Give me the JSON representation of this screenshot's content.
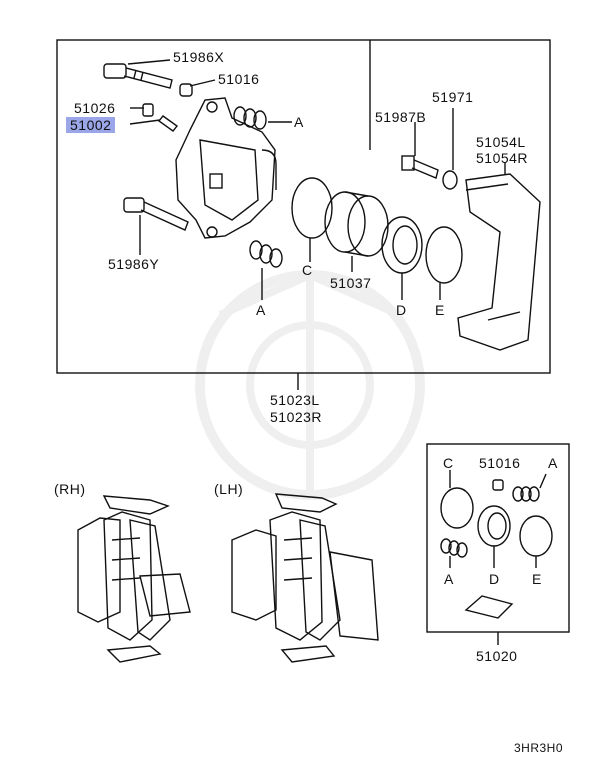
{
  "labels": {
    "p51986X": "51986X",
    "p51016": "51016",
    "p51026": "51026",
    "p51002": "51002",
    "p51971": "51971",
    "p51987B": "51987B",
    "p51054L": "51054L",
    "p51054R": "51054R",
    "p51986Y": "51986Y",
    "p51037": "51037",
    "refA1": "A",
    "refA2": "A",
    "refC": "C",
    "refD": "D",
    "refE": "E",
    "p51023L": "51023L",
    "p51023R": "51023R",
    "rh": "(RH)",
    "lh": "(LH)",
    "kitC": "C",
    "kit51016": "51016",
    "kitA1": "A",
    "kitA2": "A",
    "kitD": "D",
    "kitE": "E",
    "p51020": "51020",
    "code": "3HR3H0"
  },
  "highlight_color": "#9aa6e8"
}
